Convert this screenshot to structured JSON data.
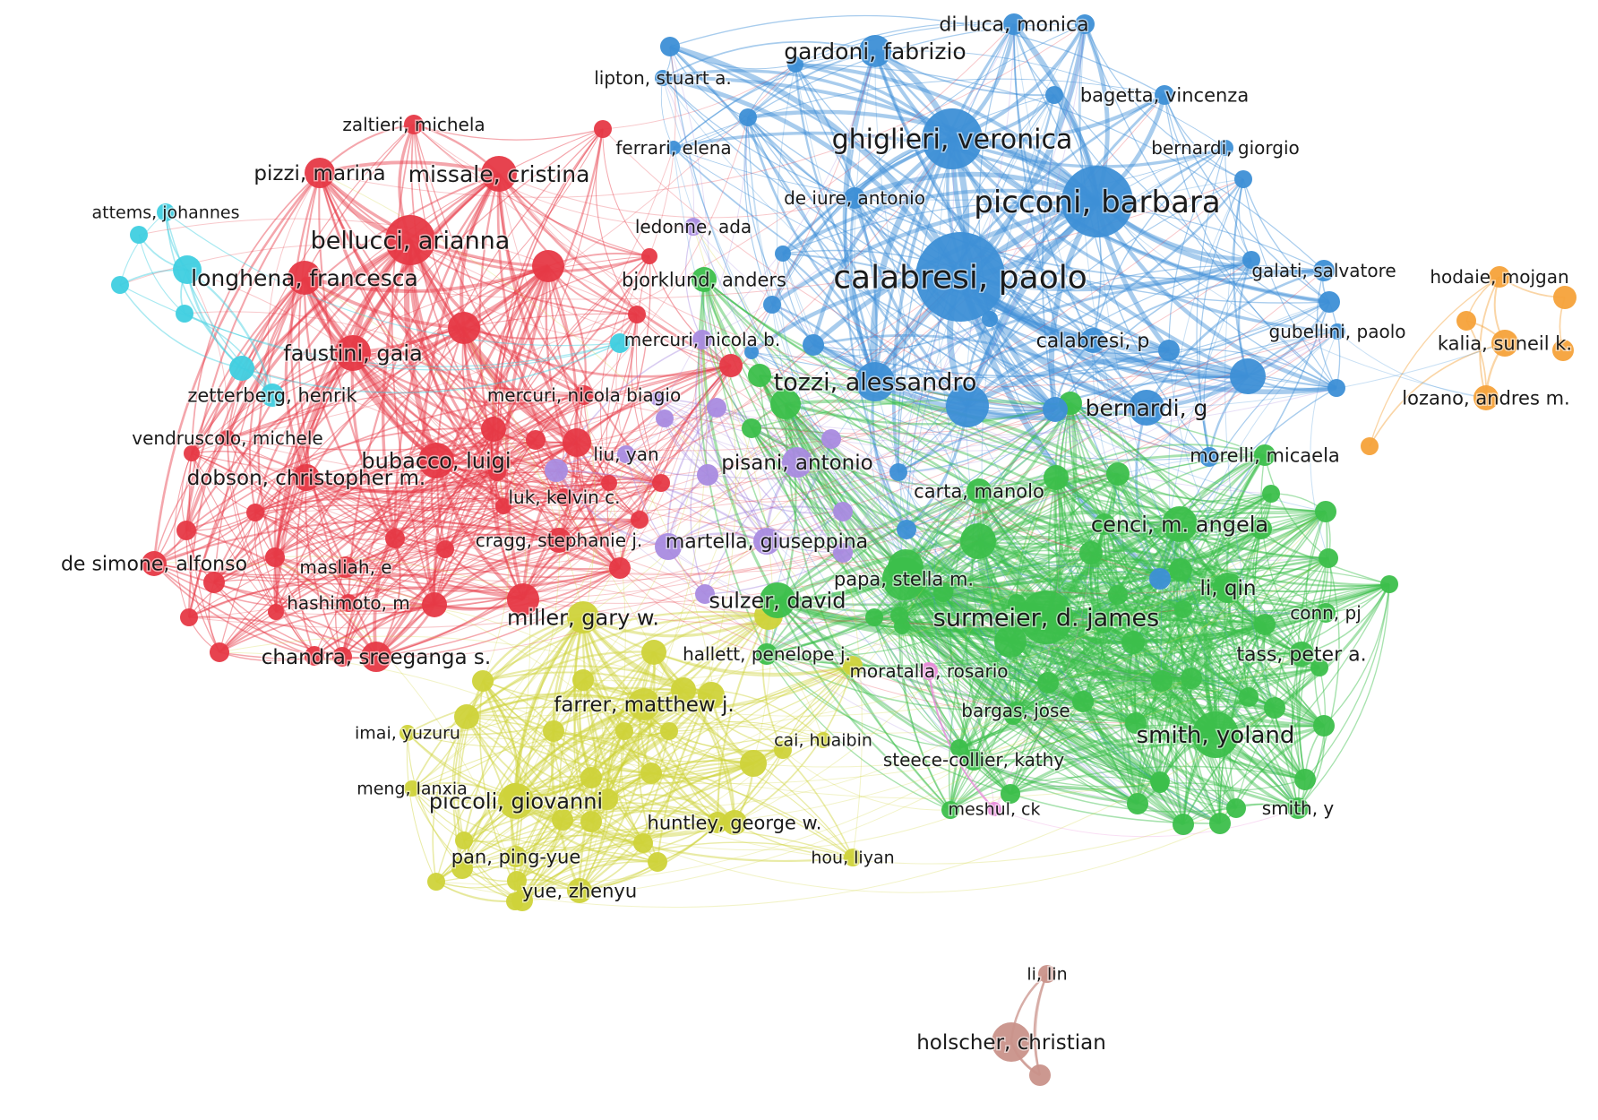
{
  "diagram": {
    "type": "co-authorship network",
    "clusters": {
      "red": "#e63946",
      "blue": "#3d8fd6",
      "green": "#3cbf4b",
      "yellow": "#cfd33a",
      "purple": "#a98be0",
      "cyan": "#3fcfe0",
      "orange": "#f5a23a",
      "pink": "#e889d9",
      "brown": "#c9928a"
    },
    "labeled_nodes": [
      {
        "id": "calabresi_paolo",
        "label": "calabresi, paolo",
        "cluster": "blue"
      },
      {
        "id": "picconi_barbara",
        "label": "picconi, barbara",
        "cluster": "blue"
      },
      {
        "id": "ghiglieri_veronica",
        "label": "ghiglieri, veronica",
        "cluster": "blue"
      },
      {
        "id": "gardoni_fabrizio",
        "label": "gardoni, fabrizio",
        "cluster": "blue"
      },
      {
        "id": "di_luca_monica",
        "label": "di luca, monica",
        "cluster": "blue"
      },
      {
        "id": "lipton_stuart",
        "label": "lipton, stuart a.",
        "cluster": "blue"
      },
      {
        "id": "bagetta_vincenza",
        "label": "bagetta, vincenza",
        "cluster": "blue"
      },
      {
        "id": "ferrari_elena",
        "label": "ferrari, elena",
        "cluster": "blue"
      },
      {
        "id": "bernardi_giorgio",
        "label": "bernardi, giorgio",
        "cluster": "blue"
      },
      {
        "id": "de_iure_antonio",
        "label": "de iure, antonio",
        "cluster": "blue"
      },
      {
        "id": "galati_salvatore",
        "label": "galati, salvatore",
        "cluster": "blue"
      },
      {
        "id": "calabresi_p",
        "label": "calabresi, p",
        "cluster": "blue"
      },
      {
        "id": "gubellini_paolo",
        "label": "gubellini, paolo",
        "cluster": "blue"
      },
      {
        "id": "tozzi_alessandro",
        "label": "tozzi, alessandro",
        "cluster": "blue"
      },
      {
        "id": "bernardi_g",
        "label": "bernardi, g",
        "cluster": "blue"
      },
      {
        "id": "missale_cristina",
        "label": "missale, cristina",
        "cluster": "red"
      },
      {
        "id": "zaltieri_michela",
        "label": "zaltieri, michela",
        "cluster": "red"
      },
      {
        "id": "pizzi_marina",
        "label": "pizzi, marina",
        "cluster": "red"
      },
      {
        "id": "bellucci_arianna",
        "label": "bellucci, arianna",
        "cluster": "red"
      },
      {
        "id": "longhena_francesca",
        "label": "longhena, francesca",
        "cluster": "red"
      },
      {
        "id": "faustini_gaia",
        "label": "faustini, gaia",
        "cluster": "red"
      },
      {
        "id": "mercuri_nicola_biagio",
        "label": "mercuri, nicola biagio",
        "cluster": "red"
      },
      {
        "id": "vendruscolo_michele",
        "label": "vendruscolo, michele",
        "cluster": "red"
      },
      {
        "id": "bubacco_luigi",
        "label": "bubacco, luigi",
        "cluster": "red"
      },
      {
        "id": "dobson_christopher",
        "label": "dobson, christopher m.",
        "cluster": "red"
      },
      {
        "id": "luk_kelvin",
        "label": "luk, kelvin c.",
        "cluster": "red"
      },
      {
        "id": "cragg_stephanie",
        "label": "cragg, stephanie j.",
        "cluster": "red"
      },
      {
        "id": "de_simone_alfonso",
        "label": "de simone, alfonso",
        "cluster": "red"
      },
      {
        "id": "masliah_e",
        "label": "masliah, e",
        "cluster": "red"
      },
      {
        "id": "hashimoto_m",
        "label": "hashimoto, m",
        "cluster": "red"
      },
      {
        "id": "chandra_sreeganga",
        "label": "chandra, sreeganga s.",
        "cluster": "red"
      },
      {
        "id": "ledonne_ada",
        "label": "ledonne, ada",
        "cluster": "purple"
      },
      {
        "id": "mercuri_nicola_b",
        "label": "mercuri, nicola b.",
        "cluster": "purple"
      },
      {
        "id": "liu_yan",
        "label": "liu, yan",
        "cluster": "purple"
      },
      {
        "id": "pisani_antonio",
        "label": "pisani, antonio",
        "cluster": "purple"
      },
      {
        "id": "martella_giuseppina",
        "label": "martella, giuseppina",
        "cluster": "purple"
      },
      {
        "id": "bjorklund_anders",
        "label": "bjorklund, anders",
        "cluster": "green"
      },
      {
        "id": "carta_manolo",
        "label": "carta, manolo",
        "cluster": "green"
      },
      {
        "id": "morelli_micaela",
        "label": "morelli, micaela",
        "cluster": "green"
      },
      {
        "id": "cenci_angela",
        "label": "cenci, m. angela",
        "cluster": "green"
      },
      {
        "id": "papa_stella",
        "label": "papa, stella m.",
        "cluster": "green"
      },
      {
        "id": "sulzer_david",
        "label": "sulzer, david",
        "cluster": "green"
      },
      {
        "id": "surmeier_james",
        "label": "surmeier, d. james",
        "cluster": "green"
      },
      {
        "id": "li_qin",
        "label": "li, qin",
        "cluster": "green"
      },
      {
        "id": "conn_pj",
        "label": "conn, pj",
        "cluster": "green"
      },
      {
        "id": "hallett_penelope",
        "label": "hallett, penelope j.",
        "cluster": "green"
      },
      {
        "id": "tass_peter",
        "label": "tass, peter a.",
        "cluster": "green"
      },
      {
        "id": "bargas_jose",
        "label": "bargas, jose",
        "cluster": "green"
      },
      {
        "id": "smith_yoland",
        "label": "smith, yoland",
        "cluster": "green"
      },
      {
        "id": "steece_collier_kathy",
        "label": "steece-collier, kathy",
        "cluster": "green"
      },
      {
        "id": "smith_y",
        "label": "smith, y",
        "cluster": "green"
      },
      {
        "id": "moratalla_rosario",
        "label": "moratalla, rosario",
        "cluster": "pink"
      },
      {
        "id": "meshul_ck",
        "label": "meshul, ck",
        "cluster": "pink"
      },
      {
        "id": "miller_gary",
        "label": "miller, gary w.",
        "cluster": "yellow"
      },
      {
        "id": "farrer_matthew",
        "label": "farrer, matthew j.",
        "cluster": "yellow"
      },
      {
        "id": "imai_yuzuru",
        "label": "imai, yuzuru",
        "cluster": "yellow"
      },
      {
        "id": "cai_huaibin",
        "label": "cai, huaibin",
        "cluster": "yellow"
      },
      {
        "id": "piccoli_giovanni",
        "label": "piccoli, giovanni",
        "cluster": "yellow"
      },
      {
        "id": "meng_lanxia",
        "label": "meng, lanxia",
        "cluster": "yellow"
      },
      {
        "id": "huntley_george",
        "label": "huntley, george w.",
        "cluster": "yellow"
      },
      {
        "id": "pan_ping_yue",
        "label": "pan, ping-yue",
        "cluster": "yellow"
      },
      {
        "id": "hou_liyan",
        "label": "hou, liyan",
        "cluster": "yellow"
      },
      {
        "id": "yue_zhenyu",
        "label": "yue, zhenyu",
        "cluster": "yellow"
      },
      {
        "id": "attems_johannes",
        "label": "attems, johannes",
        "cluster": "cyan"
      },
      {
        "id": "zetterberg_henrik",
        "label": "zetterberg, henrik",
        "cluster": "cyan"
      },
      {
        "id": "hodaie_mojgan",
        "label": "hodaie, mojgan",
        "cluster": "orange"
      },
      {
        "id": "kalia_suneil",
        "label": "kalia, suneil k.",
        "cluster": "orange"
      },
      {
        "id": "lozano_andres",
        "label": "lozano, andres m.",
        "cluster": "orange"
      },
      {
        "id": "li_lin",
        "label": "li, lin",
        "cluster": "brown"
      },
      {
        "id": "holscher_christian",
        "label": "holscher, christian",
        "cluster": "brown"
      }
    ]
  }
}
